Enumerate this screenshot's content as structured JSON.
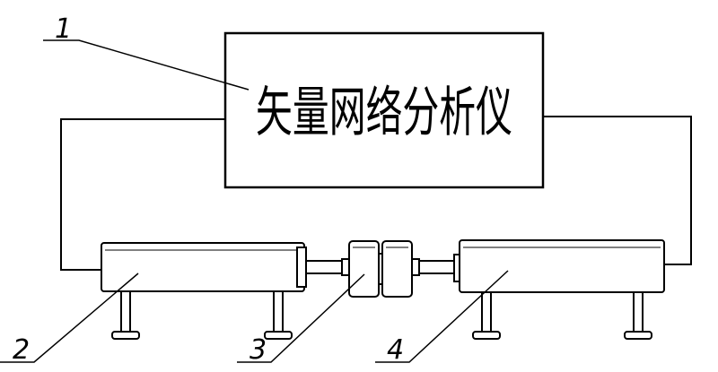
{
  "instrument": {
    "label": "矢量网络分析仪"
  },
  "callouts": [
    {
      "number": "1"
    },
    {
      "number": "2"
    },
    {
      "number": "3"
    },
    {
      "number": "4"
    }
  ],
  "colors": {
    "line": "#000000",
    "background": "#ffffff"
  }
}
